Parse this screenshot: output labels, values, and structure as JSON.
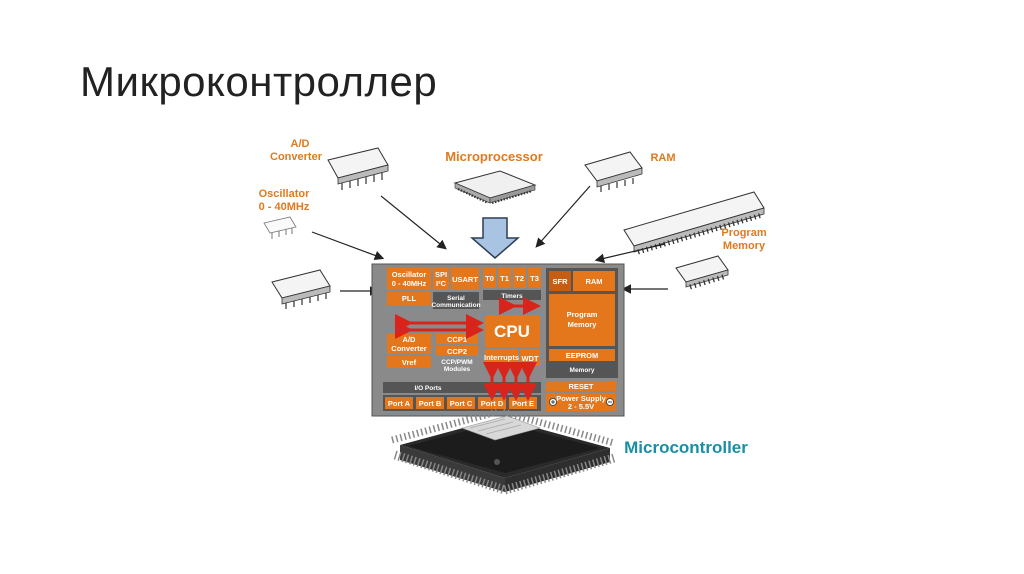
{
  "slide": {
    "title": "Микроконтроллер"
  },
  "labels": {
    "ad_converter": [
      "A/D",
      "Converter"
    ],
    "oscillator": [
      "Oscillator",
      "0 - 40MHz"
    ],
    "microprocessor": "Microprocessor",
    "ram": "RAM",
    "program_memory": [
      "Program",
      "Memory"
    ],
    "microcontroller": "Microcontroller"
  },
  "chip_blocks": {
    "oscillator": [
      "Oscillator",
      "0 - 40MHz"
    ],
    "pll": "PLL",
    "spi": "SPI",
    "i2c": "I²C",
    "usart": "USART",
    "serial": [
      "Serial",
      "Communication"
    ],
    "timers": [
      "T0",
      "T1",
      "T2",
      "T3"
    ],
    "timers_label": "Timers",
    "sfr": "SFR",
    "ram": "RAM",
    "program_memory": [
      "Program",
      "Memory"
    ],
    "eeprom": "EEPROM",
    "memory_label": "Memory",
    "cpu": "CPU",
    "interrupts": "Interrupts",
    "wdt": "WDT",
    "ad": [
      "A/D",
      "Converter"
    ],
    "vref": "Vref",
    "ccp1": "CCP1",
    "ccp2": "CCP2",
    "ccp_label": [
      "CCP/PWM",
      "Modules"
    ],
    "io_ports": "I/O Ports",
    "ports": [
      "Port A",
      "Port B",
      "Port C",
      "Port D",
      "Port E"
    ],
    "reset": "RESET",
    "power": [
      "Power Supply",
      "2 - 5.5V"
    ]
  },
  "colors": {
    "orange": "#e4761c",
    "label_orange": "#e07a1f",
    "teal": "#1a8fa3",
    "gray": "#777777"
  }
}
